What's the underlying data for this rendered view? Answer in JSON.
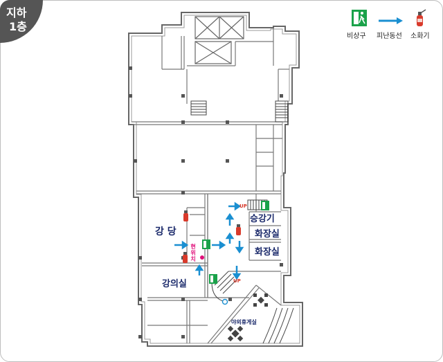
{
  "floor_badge": {
    "line1": "지하",
    "line2": "1층"
  },
  "legend": {
    "exit": "비상구",
    "route": "피난동선",
    "extinguisher": "소화기"
  },
  "rooms": {
    "lecture_hall": "강 당",
    "lecture_room": "강의실",
    "elevator": "승강기",
    "restroom_1": "화장실",
    "restroom_2": "화장실",
    "outdoor_lounge": "야외휴게실",
    "current_location": "현위치"
  },
  "stair_up_1": "UP",
  "stair_up_2": "UP",
  "colors": {
    "route": "#1a8fd1",
    "exit": "#1aa24a",
    "extinguisher": "#d93a2b",
    "current": "#e0107a",
    "label": "#1b2a6b"
  }
}
